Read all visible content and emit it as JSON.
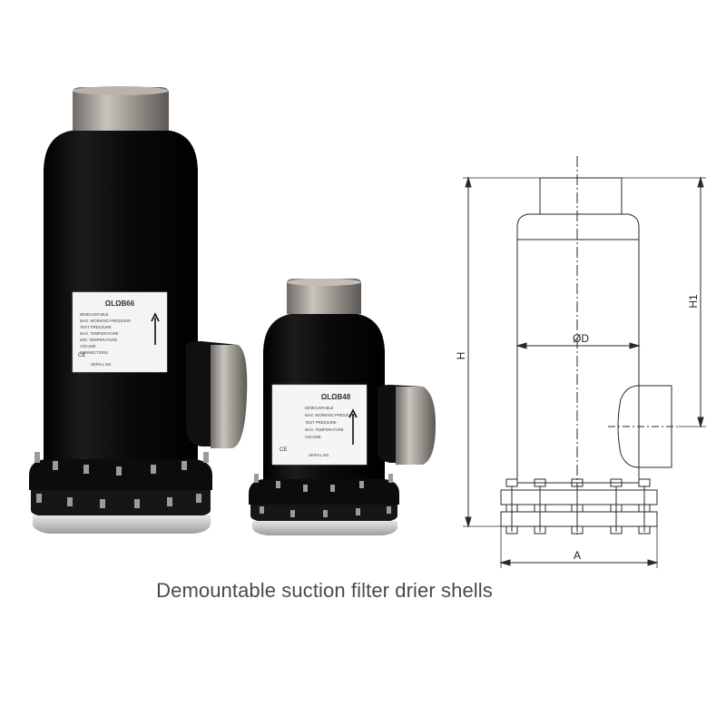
{
  "caption": "Demountable suction filter drier shells",
  "large_shell": {
    "label_title": "ΩLΩB66",
    "label_lines": [
      "DEMOUNTABLE",
      "MAX. WORKING PRESSURE",
      "TEST PRESSURE",
      "MAX. TEMPERATURE",
      "MIN. TEMPERATURE",
      "VOLUME",
      "CONNECTIONS",
      "SERIAL NO."
    ],
    "ce_mark": "CE"
  },
  "small_shell": {
    "label_title": "ΩLΩB48",
    "label_lines": [
      "DEMOUNTABLE",
      "MAX. WORKING PRESSURE",
      "TEST PRESSURE",
      "MAX. TEMPERATURE",
      "VOLUME",
      "SERIAL NO."
    ],
    "ce_mark": "CE"
  },
  "drawing": {
    "dim_h": "H",
    "dim_h1": "H1",
    "dim_d": "ØD",
    "dim_a": "A"
  },
  "colors": {
    "shell_body": "#0b0b0b",
    "fitting_steel": "#9a9590",
    "drawing_line": "#2a2a2a"
  }
}
